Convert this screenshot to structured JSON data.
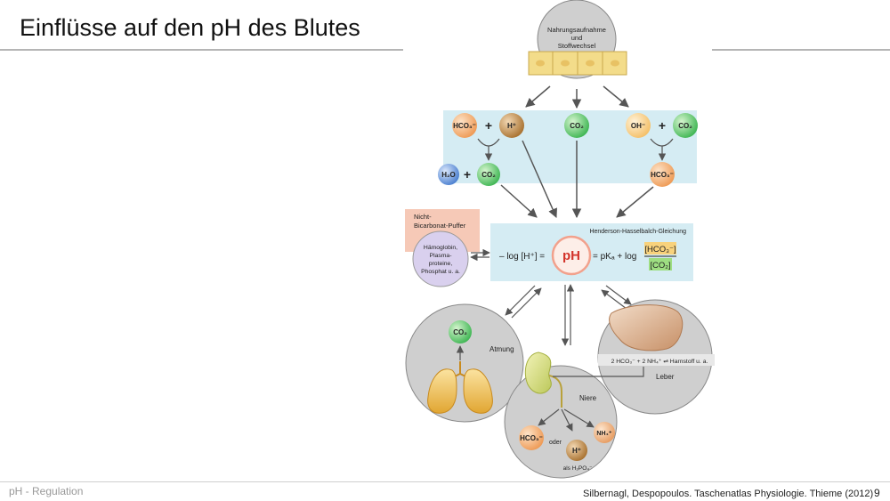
{
  "slide": {
    "title": "Einflüsse auf den pH des Blutes",
    "footer_left": "pH - Regulation",
    "source": "Silbernagl, Despopoulos. Taschenatlas Physiologie. Thieme (2012)",
    "page": "9"
  },
  "diagram": {
    "intake": {
      "line1": "Nahrungsaufnahme",
      "line2": "und",
      "line3": "Stoffwechsel"
    },
    "hco3": "HCO₃⁻",
    "h": "H⁺",
    "co2": "CO₂",
    "oh": "OH⁻",
    "h2o": "H₂O",
    "plus": "+",
    "buffer": {
      "title1": "Nicht-",
      "title2": "Bicarbonat-Puffer",
      "l1": "Hämoglobin,",
      "l2": "Plasma-",
      "l3": "proteine,",
      "l4": "Phosphat u. a."
    },
    "equation": {
      "title": "Henderson-Hasselbalch-Gleichung",
      "left": "– log [H⁺] =",
      "ph": "pH",
      "right": "= pKₐ + log",
      "numerator": "[HCO₃⁻]",
      "denominator": "[CO₂]"
    },
    "respiration": {
      "label": "Atmung",
      "co2": "CO₂"
    },
    "kidney": {
      "label": "Niere",
      "hco3": "HCO₃⁻",
      "or": "oder",
      "h": "H⁺",
      "nh4": "NH₄⁺",
      "as": "als H₂PO₄⁻"
    },
    "liver": {
      "label": "Leber",
      "reaction": "2 HCO₃⁻ + 2 NH₄⁺ ⇌ Harnstoff u. a."
    }
  },
  "colors": {
    "blue_band": "#d5ecf3",
    "buffer_box": "#f6c9b7",
    "buffer_circle": "#d9d0ee",
    "hco3": "#f0a060",
    "h": "#b07a3a",
    "co2": "#5cc866",
    "oh": "#f5c87a",
    "h2o": "#5b8fd8",
    "ph_ring": "#f2a18c",
    "ph_text": "#d3332a",
    "organ_circle": "#cfcfcf",
    "arrow": "#555555"
  }
}
